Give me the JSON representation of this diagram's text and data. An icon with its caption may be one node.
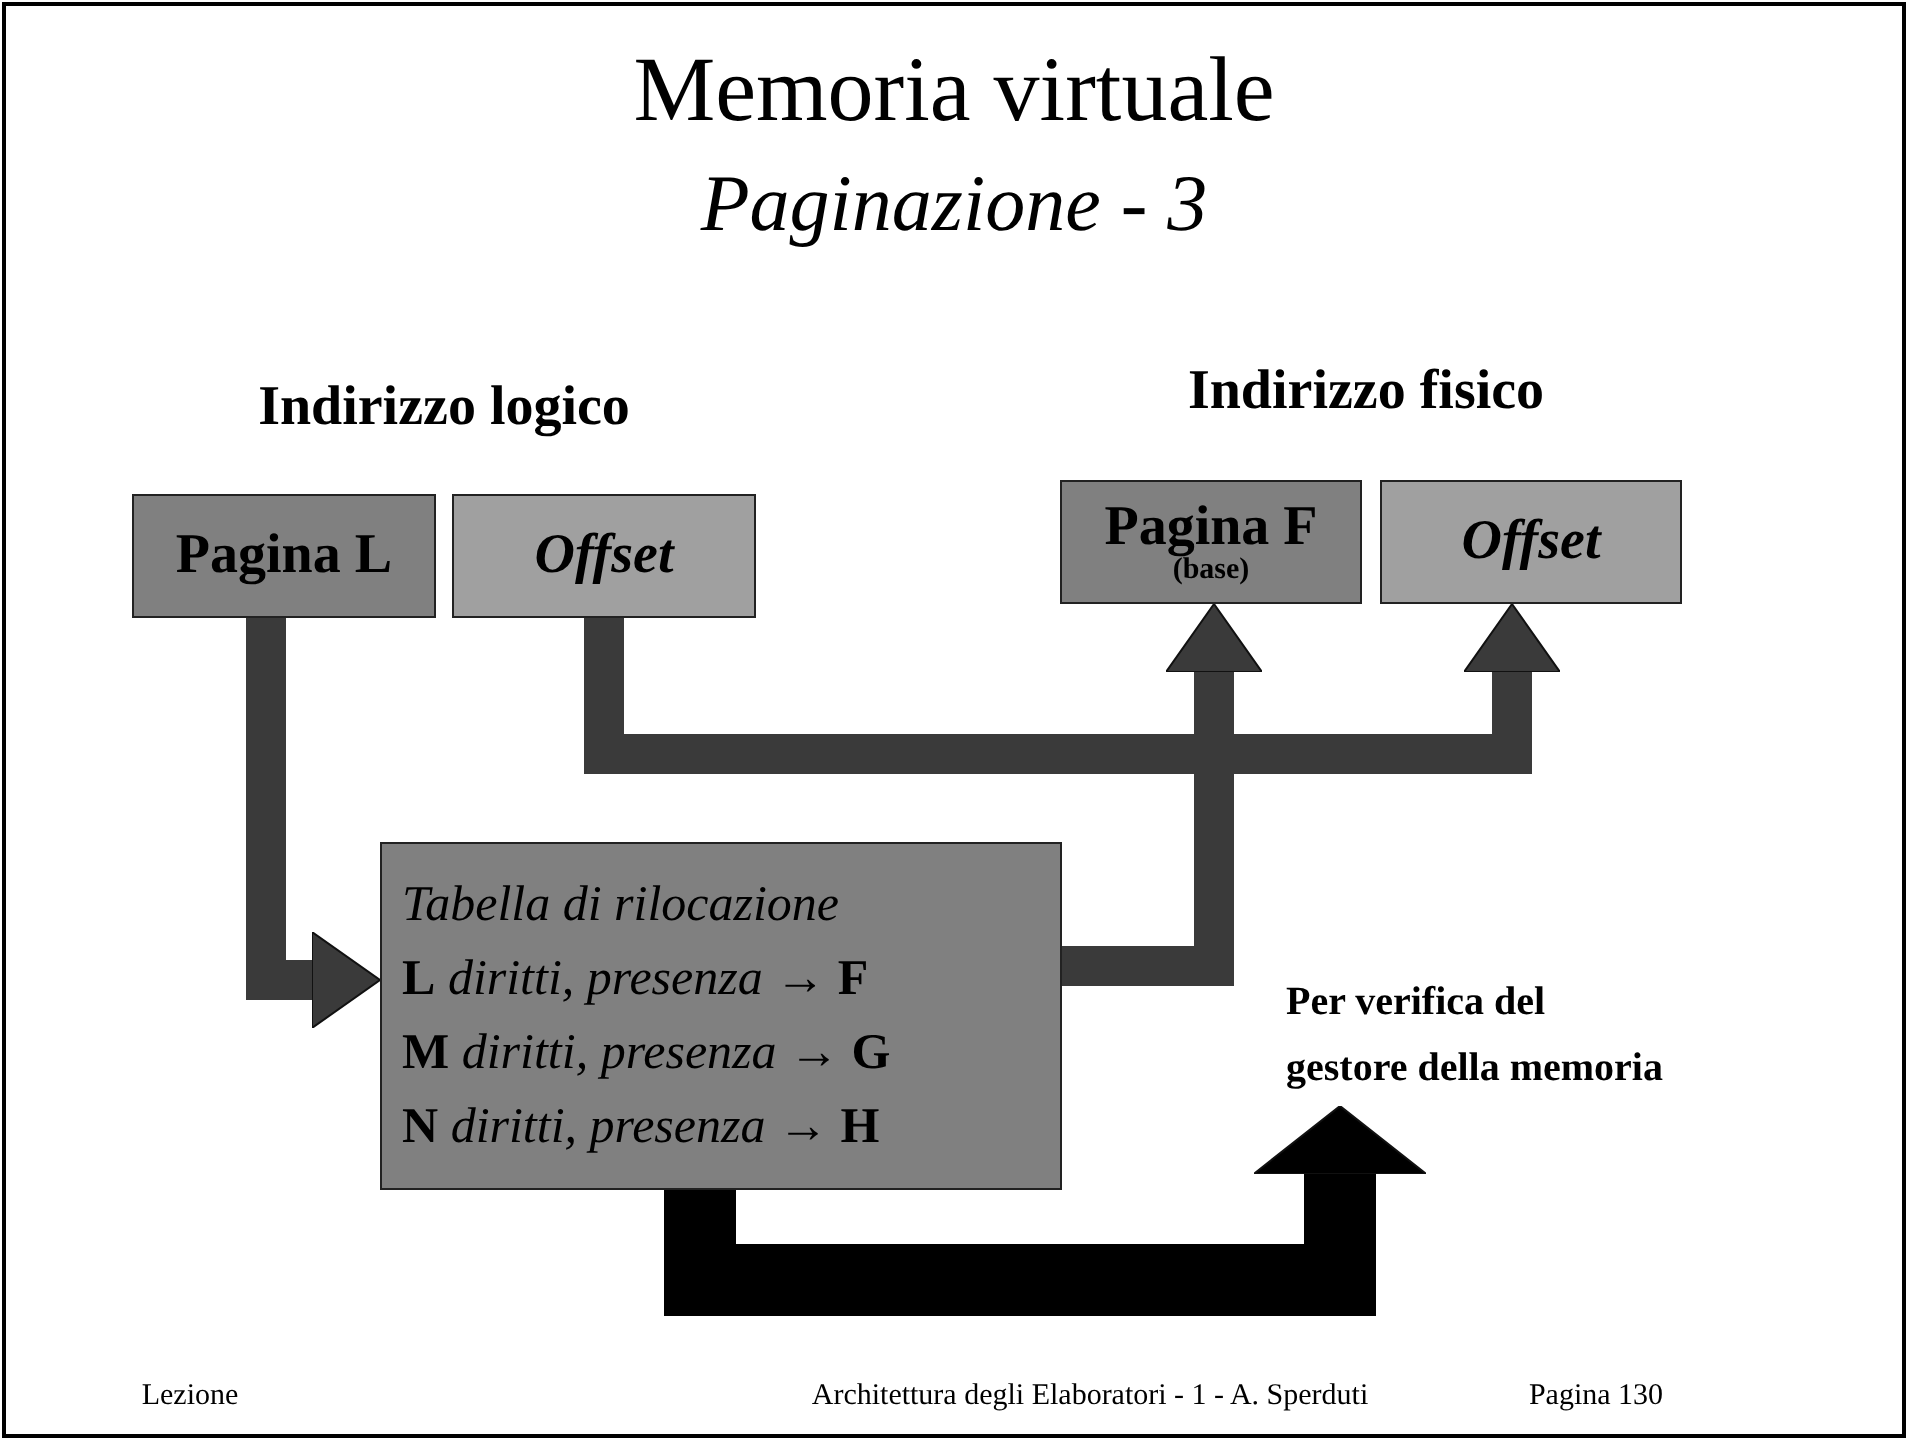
{
  "diagram": {
    "title": "Memoria virtuale",
    "nodes": [
      {
        "text": [
          "Pagina L"
        ]
      },
      {
        "text": [
          "Offset"
        ]
      },
      {
        "text": [
          "Pagina F",
          "(base)"
        ]
      },
      {
        "text": [
          "Offset"
        ]
      },
      {
        "text": [
          "Tabella di rilocazione",
          "**L** *diritti, presenza* → **F**",
          "**M** *diritti, presenza* → **G**",
          "**N** *diritti, presenza* → **H**"
        ]
      },
      {
        "text": [
          "Per verifica del gestore della memoria"
        ]
      }
    ],
    "edges": [
      {
        "from": 0,
        "to": 4,
        "arrow": "to"
      },
      {
        "from": 1,
        "to": 3,
        "arrow": "to"
      },
      {
        "from": 4,
        "to": 2,
        "arrow": "to"
      },
      {
        "from": 4,
        "to": 5,
        "arrow": "to",
        "style": "thick",
        "color": "#000000"
      }
    ],
    "labels": [
      "Paginazione - 3",
      "Indirizzo logico",
      "Indirizzo fisico",
      "Lezione",
      "Architettura degli Elaboratori - 1 - A. Sperduti",
      "Pagina 130"
    ]
  }
}
